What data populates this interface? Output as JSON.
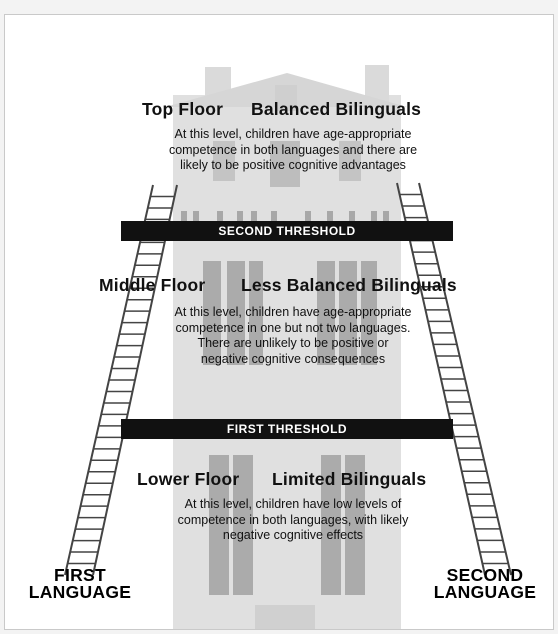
{
  "floors": {
    "top": {
      "name": "Top Floor",
      "group": "Balanced Bilinguals",
      "description": "At this level, children have age-appropriate\ncompetence in both languages and there are\nlikely to be positive cognitive advantages"
    },
    "middle": {
      "name": "Middle Floor",
      "group": "Less Balanced Bilinguals",
      "description": "At this level, children have age-appropriate\ncompetence in one but not two languages.\nThere are unlikely to be positive or\nnegative cognitive consequences"
    },
    "lower": {
      "name": "Lower Floor",
      "group": "Limited Bilinguals",
      "description": "At this level, children have low levels of\ncompetence in both languages, with likely\nnegative cognitive effects"
    }
  },
  "thresholds": {
    "second": "SECOND THRESHOLD",
    "first": "FIRST THRESHOLD"
  },
  "ladders": {
    "left_line1": "FIRST",
    "left_line2": "LANGUAGE",
    "right_line1": "SECOND",
    "right_line2": "LANGUAGE"
  },
  "colors": {
    "building": "#dcdcdc",
    "windows": "#a9a9a9",
    "band": "#111111",
    "ladder": "#444444"
  }
}
